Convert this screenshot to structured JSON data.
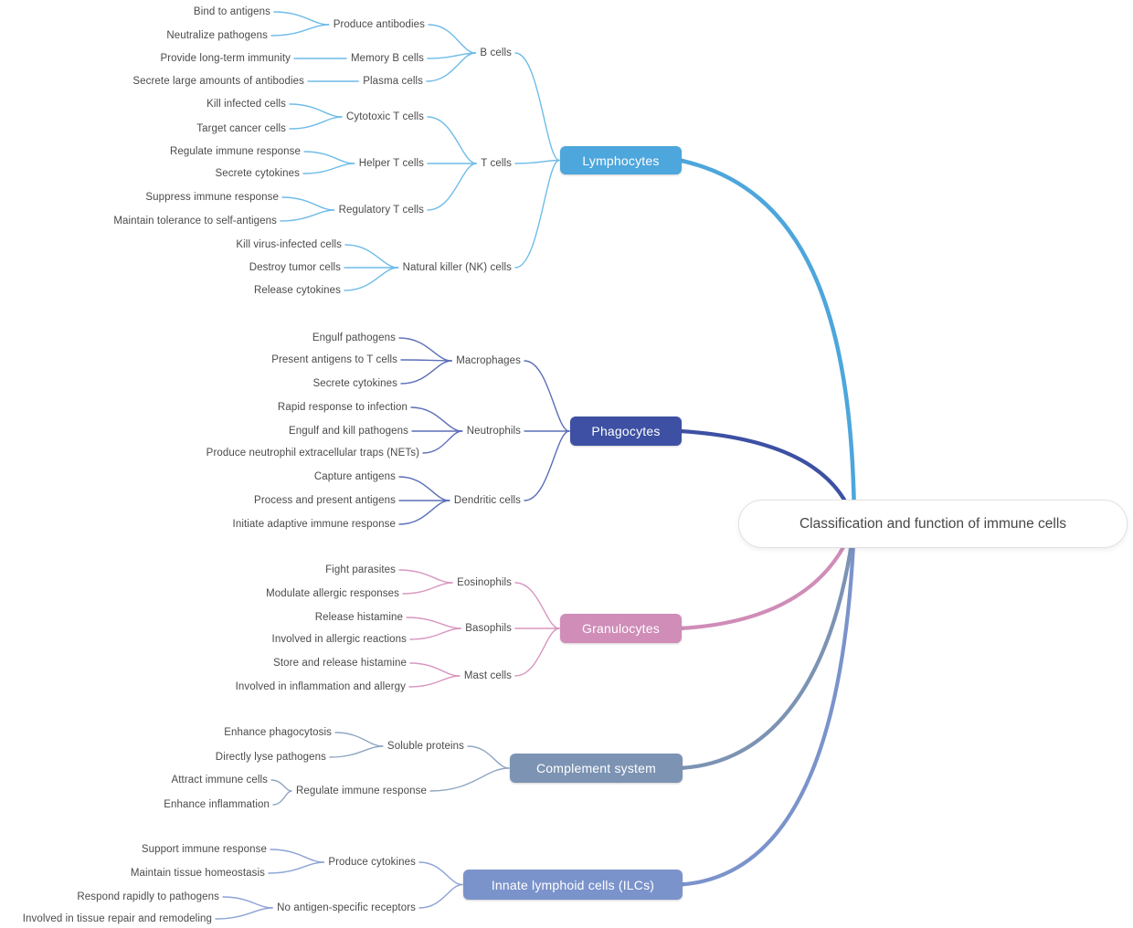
{
  "root": {
    "label": "Classification and function of immune cells"
  },
  "branches": [
    {
      "label": "Lymphocytes",
      "box_color": "#4DA6DC",
      "line_color": "#6FBCE8",
      "children": [
        {
          "label": "B cells",
          "children": [
            {
              "label": "Produce antibodies",
              "children": [
                {
                  "label": "Bind to antigens"
                },
                {
                  "label": "Neutralize pathogens"
                }
              ]
            },
            {
              "label": "Memory B cells",
              "children": [
                {
                  "label": "Provide long-term immunity"
                }
              ]
            },
            {
              "label": "Plasma cells",
              "children": [
                {
                  "label": "Secrete large amounts of antibodies"
                }
              ]
            }
          ]
        },
        {
          "label": "T cells",
          "children": [
            {
              "label": "Cytotoxic T cells",
              "children": [
                {
                  "label": "Kill infected cells"
                },
                {
                  "label": "Target cancer cells"
                }
              ]
            },
            {
              "label": "Helper T cells",
              "children": [
                {
                  "label": "Regulate immune response"
                },
                {
                  "label": "Secrete cytokines"
                }
              ]
            },
            {
              "label": "Regulatory T cells",
              "children": [
                {
                  "label": "Suppress immune response"
                },
                {
                  "label": "Maintain tolerance to self-antigens"
                }
              ]
            }
          ]
        },
        {
          "label": "Natural killer (NK) cells",
          "children": [
            {
              "label": "Kill virus-infected cells"
            },
            {
              "label": "Destroy tumor cells"
            },
            {
              "label": "Release cytokines"
            }
          ]
        }
      ]
    },
    {
      "label": "Phagocytes",
      "box_color": "#3D50A3",
      "line_color": "#5C6FB8",
      "children": [
        {
          "label": "Macrophages",
          "children": [
            {
              "label": "Engulf pathogens"
            },
            {
              "label": "Present antigens to T cells"
            },
            {
              "label": "Secrete cytokines"
            }
          ]
        },
        {
          "label": "Neutrophils",
          "children": [
            {
              "label": "Rapid response to infection"
            },
            {
              "label": "Engulf and kill pathogens"
            },
            {
              "label": "Produce neutrophil extracellular traps (NETs)"
            }
          ]
        },
        {
          "label": "Dendritic cells",
          "children": [
            {
              "label": "Capture antigens"
            },
            {
              "label": "Process and present antigens"
            },
            {
              "label": "Initiate adaptive immune response"
            }
          ]
        }
      ]
    },
    {
      "label": "Granulocytes",
      "box_color": "#CF8DB8",
      "line_color": "#D897C0",
      "children": [
        {
          "label": "Eosinophils",
          "children": [
            {
              "label": "Fight parasites"
            },
            {
              "label": "Modulate allergic responses"
            }
          ]
        },
        {
          "label": "Basophils",
          "children": [
            {
              "label": "Release histamine"
            },
            {
              "label": "Involved in allergic reactions"
            }
          ]
        },
        {
          "label": "Mast cells",
          "children": [
            {
              "label": "Store and release histamine"
            },
            {
              "label": "Involved in inflammation and allergy"
            }
          ]
        }
      ]
    },
    {
      "label": "Complement system",
      "box_color": "#7C93B3",
      "line_color": "#90A6C3",
      "children": [
        {
          "label": "Soluble proteins",
          "children": [
            {
              "label": "Enhance phagocytosis"
            },
            {
              "label": "Directly lyse pathogens"
            }
          ]
        },
        {
          "label": "Regulate immune response",
          "children": [
            {
              "label": "Attract immune cells"
            },
            {
              "label": "Enhance inflammation"
            }
          ]
        }
      ]
    },
    {
      "label": "Innate lymphoid cells (ILCs)",
      "box_color": "#7B93CB",
      "line_color": "#8CA3D4",
      "children": [
        {
          "label": "Produce cytokines",
          "children": [
            {
              "label": "Support immune response"
            },
            {
              "label": "Maintain tissue homeostasis"
            }
          ]
        },
        {
          "label": "No antigen-specific receptors",
          "children": [
            {
              "label": "Respond rapidly to pathogens"
            },
            {
              "label": "Involved in tissue repair and remodeling"
            }
          ]
        }
      ]
    }
  ]
}
